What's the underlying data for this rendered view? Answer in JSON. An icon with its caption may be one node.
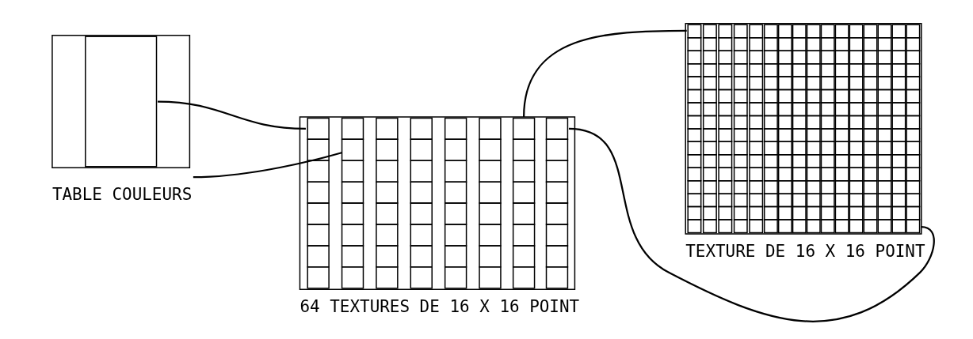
{
  "diagram": {
    "nodes": [
      {
        "text": [
          "TABLE COULEURS"
        ]
      },
      {
        "text": [
          "64 TEXTURES DE 16 X 16 POINT"
        ]
      },
      {
        "text": [
          "TEXTURE DE 16 X 16 POINT"
        ]
      }
    ],
    "edges": [
      {
        "from": 0,
        "to": 1,
        "arrow": "none"
      },
      {
        "from": 0,
        "to": 1,
        "arrow": "none"
      },
      {
        "from": 1,
        "to": 2,
        "arrow": "none"
      },
      {
        "from": 1,
        "to": 2,
        "arrow": "none"
      }
    ]
  }
}
